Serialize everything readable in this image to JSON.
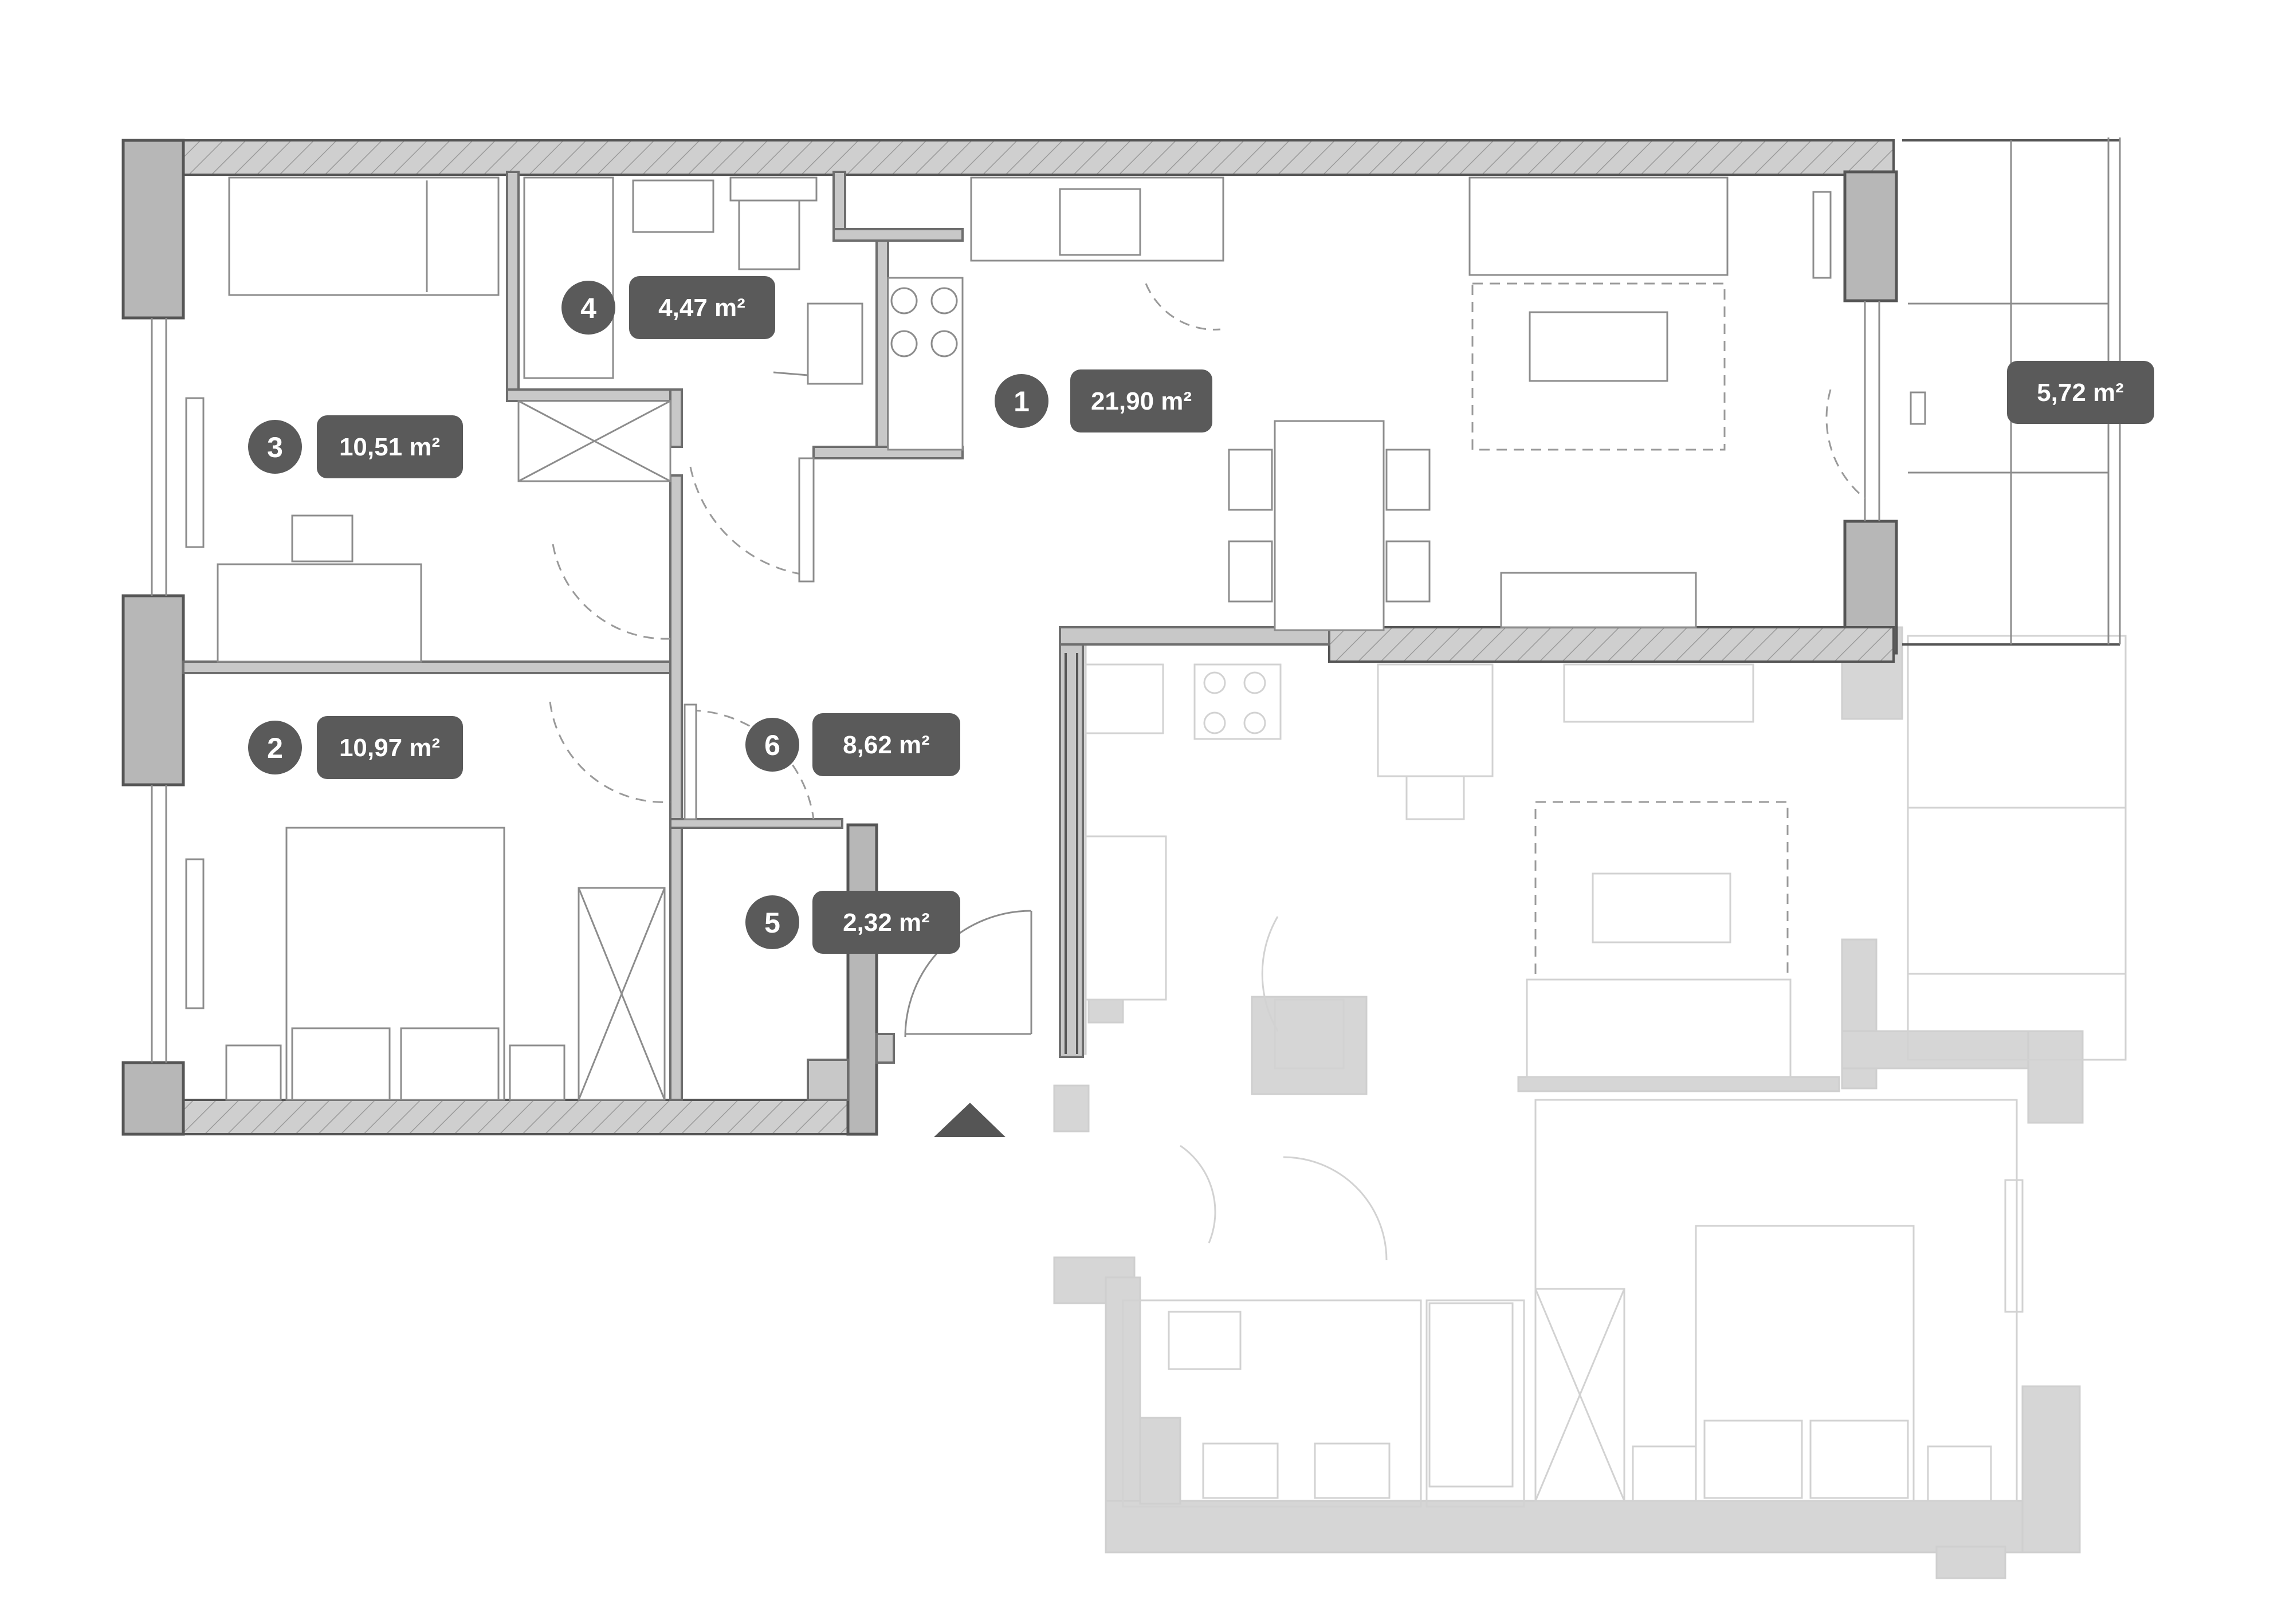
{
  "rooms": [
    {
      "number": "1",
      "area": "21,90 m²"
    },
    {
      "number": "2",
      "area": "10,97 m²"
    },
    {
      "number": "3",
      "area": "10,51 m²"
    },
    {
      "number": "4",
      "area": "4,47 m²"
    },
    {
      "number": "5",
      "area": "2,32 m²"
    },
    {
      "number": "6",
      "area": "8,62 m²"
    }
  ],
  "balcony": {
    "area": "5,72 m²"
  },
  "colors": {
    "label_fill": "#5a5a5a",
    "label_text": "#ffffff",
    "wall": "#c8c8c8",
    "ghost": "#d2d2d2"
  },
  "icons": [
    "entrance-arrow-icon"
  ]
}
